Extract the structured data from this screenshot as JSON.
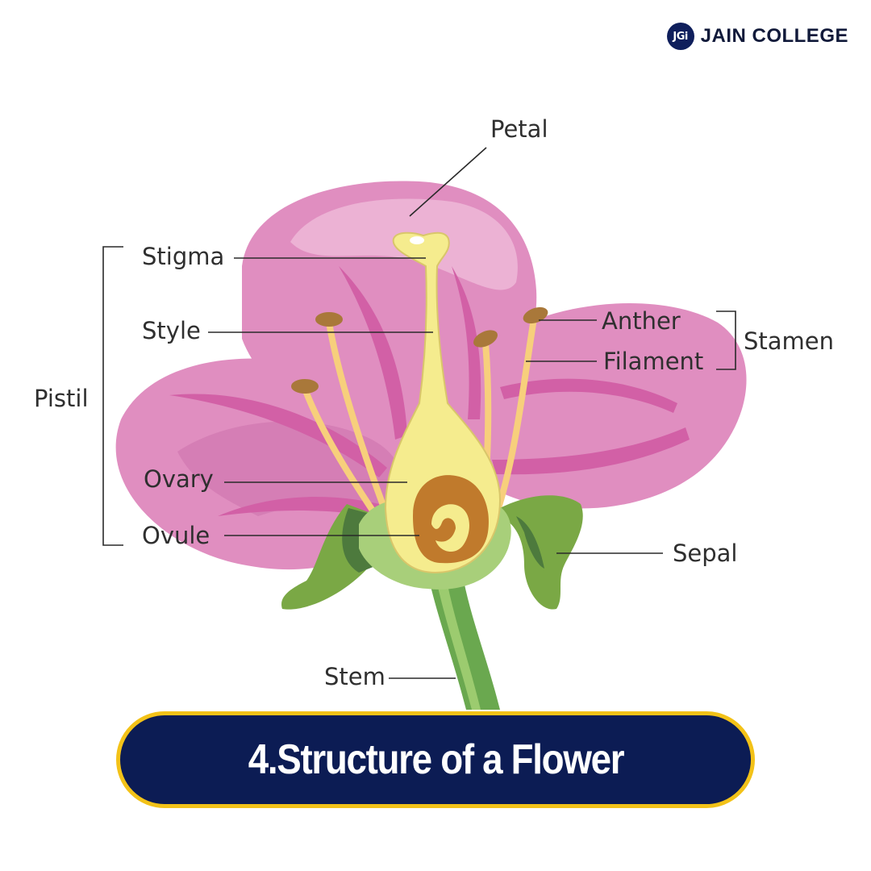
{
  "brand": {
    "logo_text": "JGi",
    "name": "JAIN COLLEGE",
    "logo_color": "#0f1f5c"
  },
  "labels": {
    "petal": "Petal",
    "stigma": "Stigma",
    "style": "Style",
    "pistil": "Pistil",
    "ovary": "Ovary",
    "ovule": "Ovule",
    "anther": "Anther",
    "filament": "Filament",
    "stamen": "Stamen",
    "sepal": "Sepal",
    "stem": "Stem"
  },
  "title": "4.Structure of a Flower",
  "colors": {
    "petal": "#e08ec0",
    "petal_light": "#ecb2d4",
    "petal_vein": "#d260a6",
    "pistil": "#f5ec8e",
    "ovary": "#c07a2c",
    "filament": "#f7cf7c",
    "anther": "#a9783a",
    "sepal": "#7aa845",
    "sepal_dark": "#4d7a3d",
    "stem": "#6aa84f",
    "title_bg": "#0c1c54",
    "title_border": "#f3c218"
  }
}
